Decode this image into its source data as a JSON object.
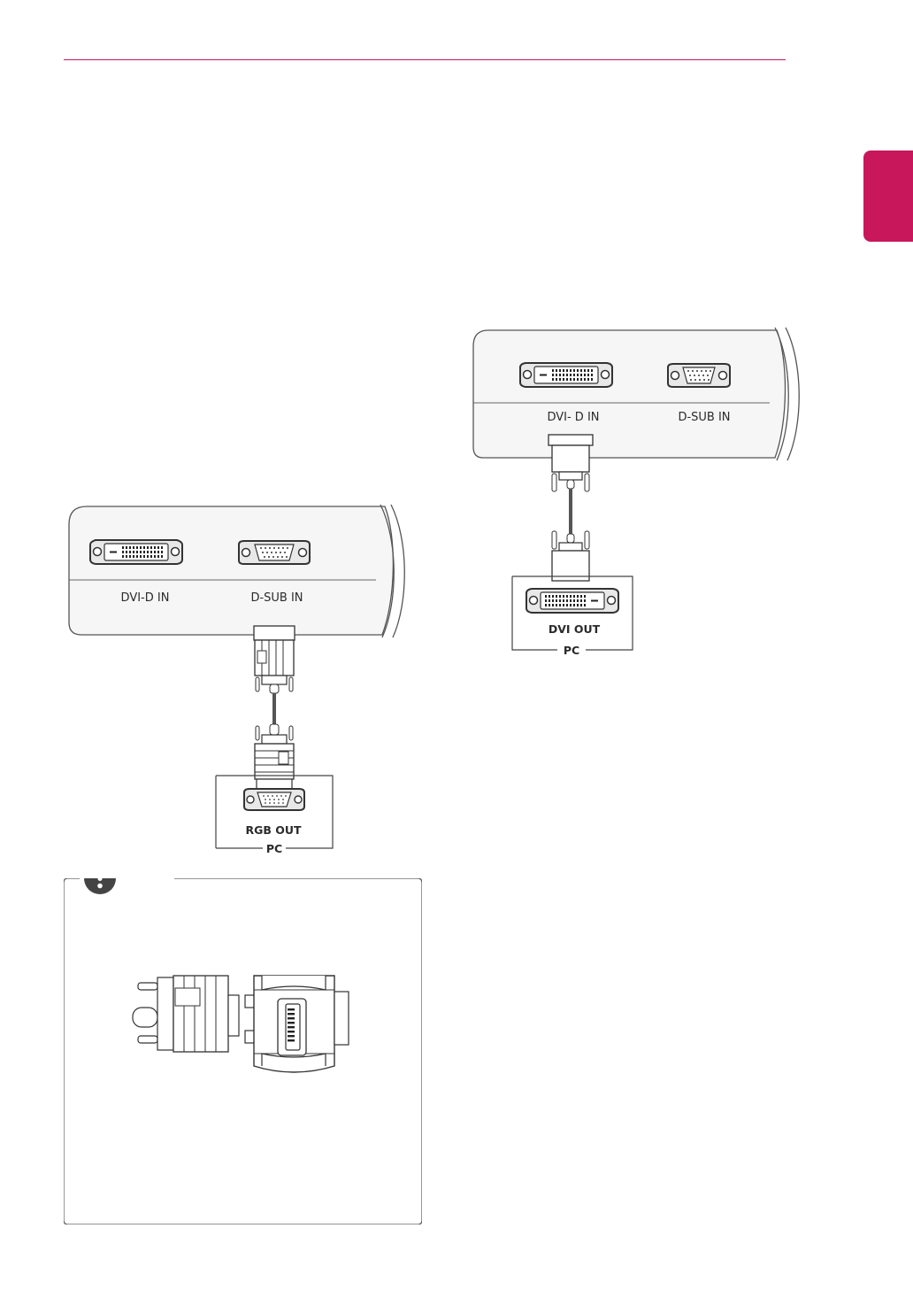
{
  "colors": {
    "accent": "#c8175a",
    "rule": "#c2185b",
    "line": "#444444"
  },
  "icons": {
    "note": "exclamation-icon"
  },
  "rgb_connection": {
    "dvi_label": "DVI-D IN",
    "dsub_label": "D-SUB IN",
    "pc_port_label": "RGB OUT",
    "pc_label": "PC"
  },
  "dvi_connection": {
    "dvi_label": "DVI- D IN",
    "dsub_label": "D-SUB IN",
    "pc_port_label": "DVI OUT",
    "pc_label": "PC"
  }
}
